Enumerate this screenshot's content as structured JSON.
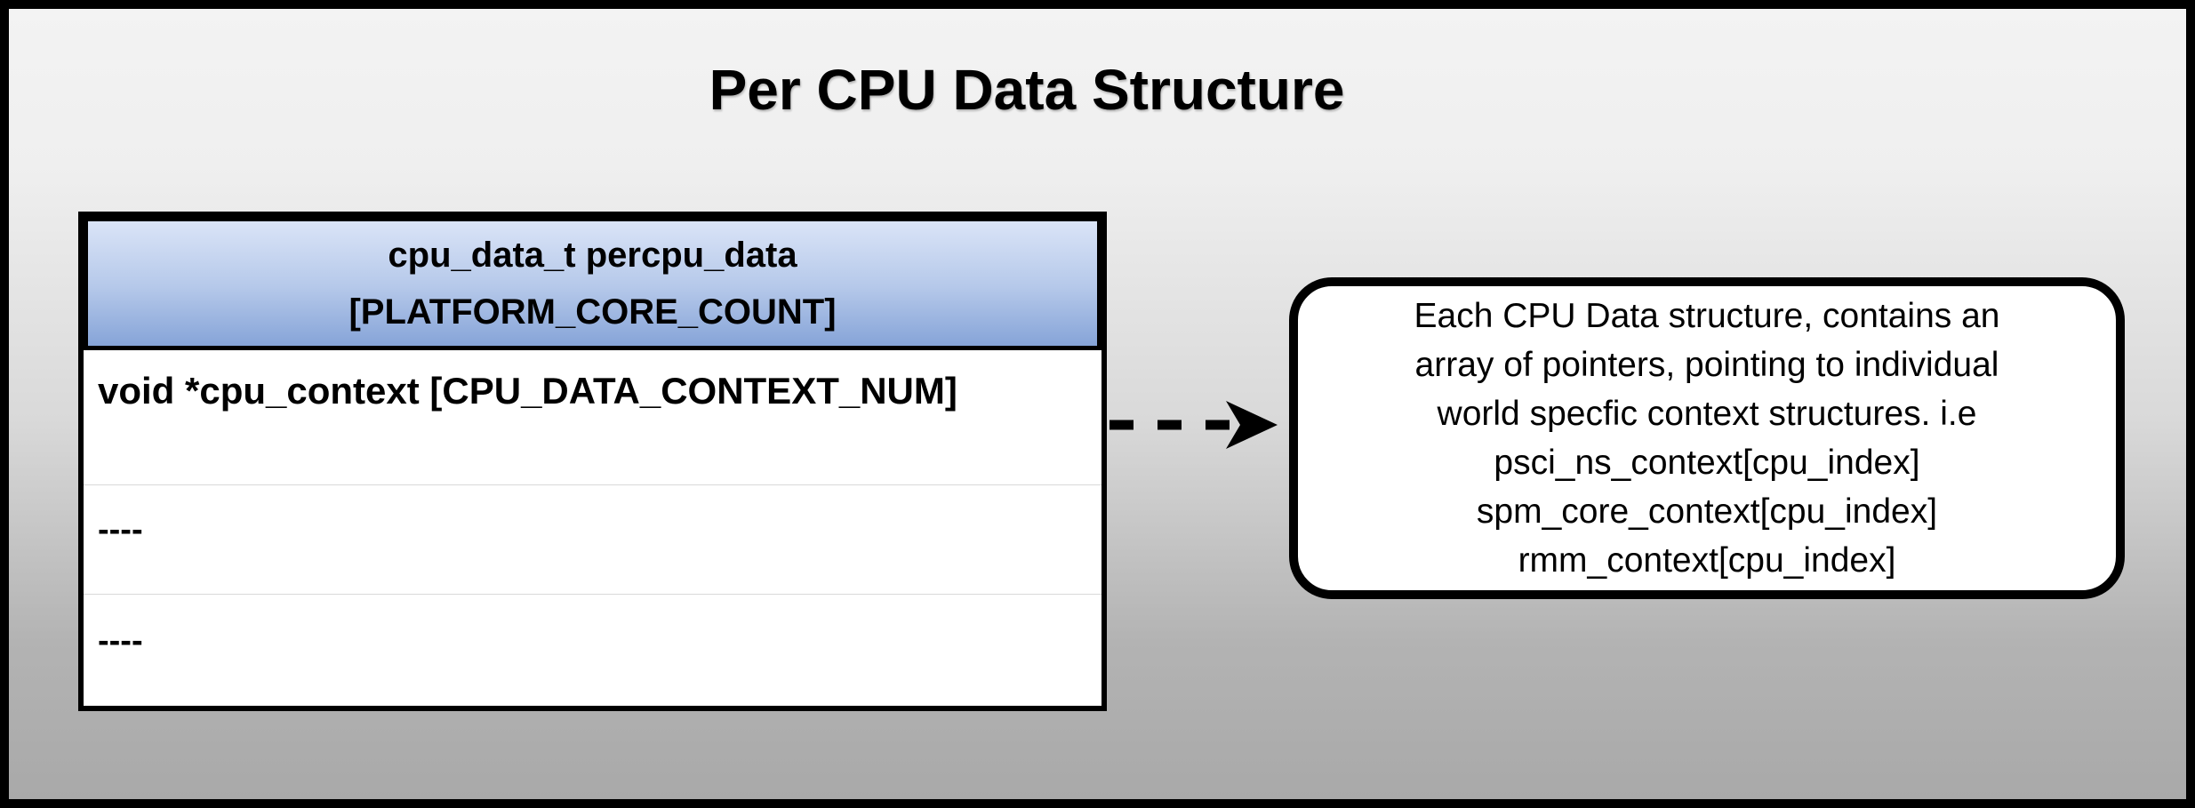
{
  "title": "Per CPU Data Structure",
  "colors": {
    "frame_border": "#000000",
    "background_top": "#f3f3f3",
    "background_bottom": "#a9a9a9",
    "header_gradient_top": "#dae4f7",
    "header_gradient_bottom": "#86a4d8",
    "table_background": "#ffffff",
    "row_separator": "#d9d9d9",
    "text": "#000000"
  },
  "table": {
    "header": {
      "line1": "cpu_data_t percpu_data",
      "line2": "[PLATFORM_CORE_COUNT]"
    },
    "rows": [
      {
        "label": "void *cpu_context [CPU_DATA_CONTEXT_NUM]"
      },
      {
        "label": "----"
      },
      {
        "label": "----"
      }
    ]
  },
  "arrow": {
    "style": "dashed",
    "direction": "right"
  },
  "callout": {
    "lines": [
      "Each CPU Data structure, contains an",
      "array of pointers, pointing to individual",
      "world specfic context structures. i.e",
      "psci_ns_context[cpu_index]",
      "spm_core_context[cpu_index]",
      "rmm_context[cpu_index]"
    ]
  }
}
